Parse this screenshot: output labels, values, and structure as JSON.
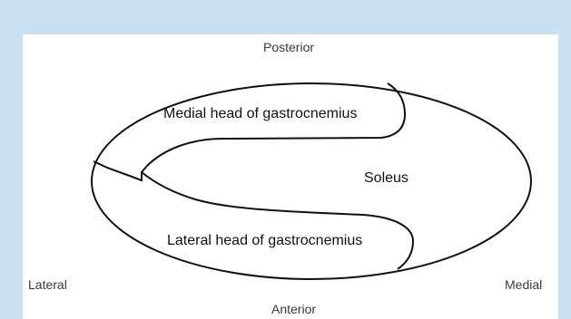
{
  "orientation": {
    "posterior": "Posterior",
    "anterior": "Anterior",
    "lateral": "Lateral",
    "medial": "Medial"
  },
  "regions": {
    "medial_head": "Medial head of gastrocnemius",
    "lateral_head": "Lateral head of gastrocnemius",
    "soleus": "Soleus"
  },
  "colors": {
    "background": "#c9dff2",
    "panel": "#ffffff",
    "stroke": "#111111"
  }
}
